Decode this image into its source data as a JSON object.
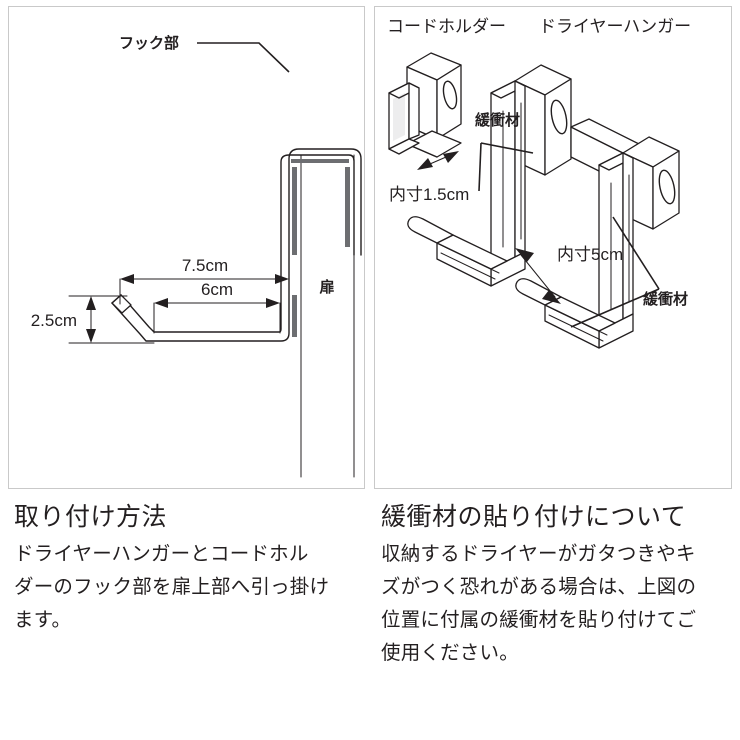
{
  "panels": {
    "left": {
      "name": "installation-diagram",
      "labels": {
        "hook_part": "フック部",
        "door": "扉",
        "dim_outer": "7.5cm",
        "dim_inner": "6cm",
        "dim_height": "2.5cm"
      }
    },
    "right": {
      "name": "cushion-diagram",
      "labels": {
        "cord_holder": "コードホルダー",
        "dryer_hanger": "ドライヤーハンガー",
        "cushion_top": "緩衝材",
        "cushion_bottom": "緩衝材",
        "dim_cord_holder": "内寸1.5cm",
        "dim_hanger": "内寸5cm"
      }
    }
  },
  "texts": {
    "left": {
      "heading": "取り付け方法",
      "lines": [
        "ドライヤーハンガーとコードホル",
        "ダーのフック部を扉上部へ引っ掛け",
        "ます。"
      ]
    },
    "right": {
      "heading": "緩衝材の貼り付けについて",
      "lines": [
        "収納するドライヤーがガタつきやキ",
        "ズがつく恐れがある場合は、上図の",
        "位置に付属の緩衝材を貼り付けてご",
        "使用ください。"
      ]
    }
  },
  "colors": {
    "ink": "#231f20",
    "panel_border": "#c9c9c9",
    "background": "#ffffff",
    "shade": "#6d6e71"
  }
}
